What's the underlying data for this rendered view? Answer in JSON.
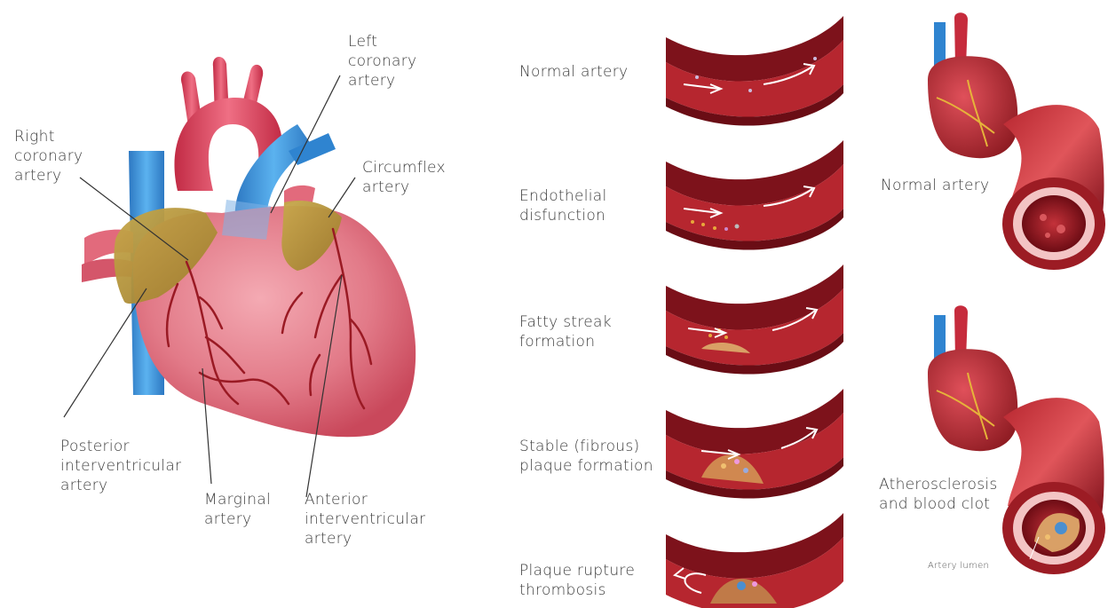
{
  "heart_labels": {
    "left_coronary": "Left\ncoronary\nartery",
    "right_coronary": "Right\ncoronary\nartery",
    "circumflex": "Circumflex\nartery",
    "posterior": "Posterior\ninterventricular\nartery",
    "marginal": "Marginal\nartery",
    "anterior": "Anterior\ninterventricular\nartery"
  },
  "stages": [
    {
      "label": "Normal artery"
    },
    {
      "label": "Endothelial\ndisfunction"
    },
    {
      "label": "Fatty streak\nformation"
    },
    {
      "label": "Stable (fibrous)\nplaque formation"
    },
    {
      "label": "Plaque rupture\nthrombosis"
    }
  ],
  "comparison": {
    "normal_label": "Normal artery",
    "diseased_label": "Atherosclerosis\nand blood clot",
    "lumen_label": "Artery lumen"
  },
  "colors": {
    "heart": "#e07785",
    "aorta": "#d9425a",
    "vein": "#3b8fd6",
    "atrium": "#b5953a",
    "artery_wall": "#8c1520",
    "artery_lumen": "#b32a30"
  }
}
